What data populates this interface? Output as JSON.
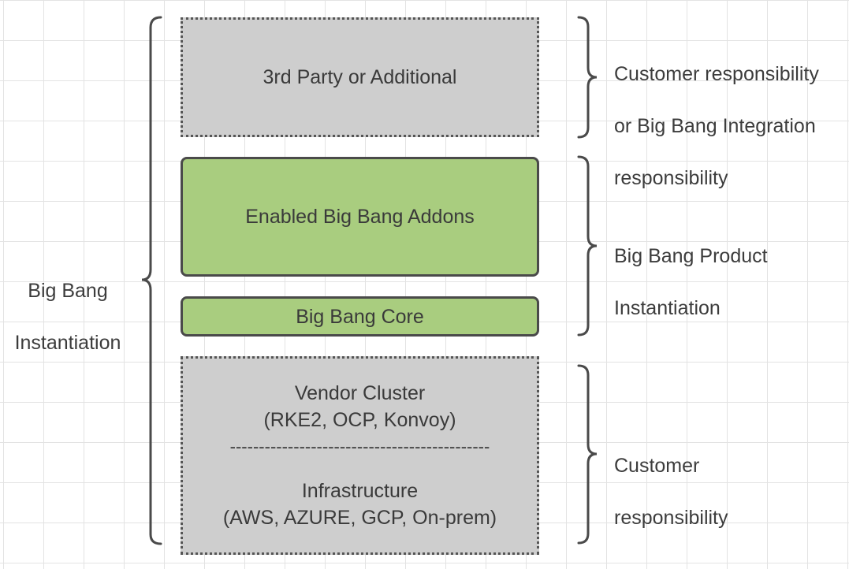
{
  "boxes": {
    "third_party": "3rd Party or Additional",
    "addons": "Enabled Big Bang Addons",
    "core": "Big Bang Core",
    "vendor": {
      "line1": "Vendor Cluster",
      "line2": "(RKE2, OCP, Konvoy)",
      "divider": "---------------------------------------------",
      "line3": "Infrastructure",
      "line4": "(AWS, AZURE, GCP, On-prem)"
    }
  },
  "labels": {
    "left": {
      "line1": "Big Bang",
      "line2": "Instantiation"
    },
    "top_right": {
      "line1": "Customer responsibility",
      "line2": "or Big Bang Integration",
      "line3": "responsibility"
    },
    "middle_right": {
      "line1": "Big Bang Product",
      "line2": "Instantiation"
    },
    "bottom_right": {
      "line1": "Customer",
      "line2": "responsibility"
    }
  },
  "colors": {
    "gray_box": "#cecece",
    "green_box": "#a9cd7f",
    "stroke": "#4a4a4a",
    "grid": "#e3e3e3"
  }
}
